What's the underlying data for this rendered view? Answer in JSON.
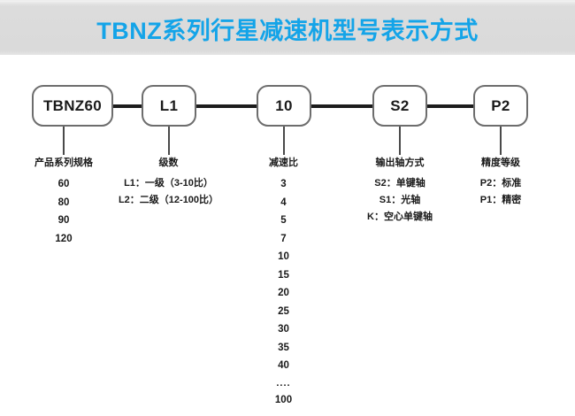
{
  "header": {
    "title": "TBNZ系列行星减速机型号表示方式",
    "title_color": "#14a4e8",
    "band_color": "#dcdcdc"
  },
  "diagram": {
    "boxes": [
      {
        "label": "TBNZ60"
      },
      {
        "label": "L1"
      },
      {
        "label": "10"
      },
      {
        "label": "S2"
      },
      {
        "label": "P2"
      }
    ],
    "columns": [
      {
        "title": "产品系列规格",
        "items": [
          "60",
          "80",
          "90",
          "120"
        ]
      },
      {
        "title": "级数",
        "items": [
          "L1：一级（3-10比）",
          "L2：二级（12-100比）"
        ]
      },
      {
        "title": "减速比",
        "items": [
          "3",
          "4",
          "5",
          "7",
          "10",
          "15",
          "20",
          "25",
          "30",
          "35",
          "40",
          "....",
          "100"
        ]
      },
      {
        "title": "输出轴方式",
        "items": [
          "S2：单键轴",
          "S1：光轴",
          "K：空心单键轴"
        ]
      },
      {
        "title": "精度等级",
        "items": [
          "P2：标准",
          "P1：精密"
        ]
      }
    ]
  }
}
